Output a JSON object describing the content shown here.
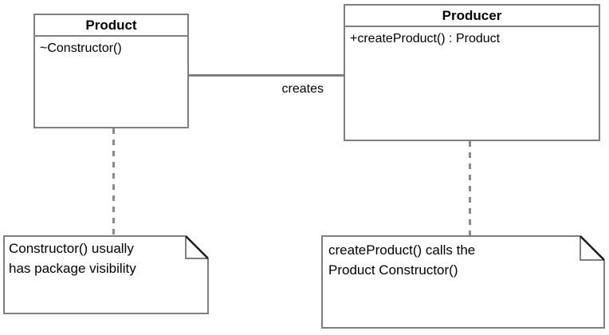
{
  "diagram": {
    "background_color": "#ffffff",
    "border_color": "#7f7f7f",
    "fold_color": "#1a1a1a",
    "text_color": "#000000",
    "classes": [
      {
        "name": "Product",
        "methods": [
          "~Constructor()"
        ]
      },
      {
        "name": "Producer",
        "methods": [
          "+createProduct() : Product"
        ]
      }
    ],
    "association": {
      "label": "creates"
    },
    "notes": [
      {
        "lines": [
          "Constructor() usually",
          "has package visibility"
        ]
      },
      {
        "lines": [
          "createProduct() calls the",
          "Product Constructor()"
        ]
      }
    ]
  }
}
